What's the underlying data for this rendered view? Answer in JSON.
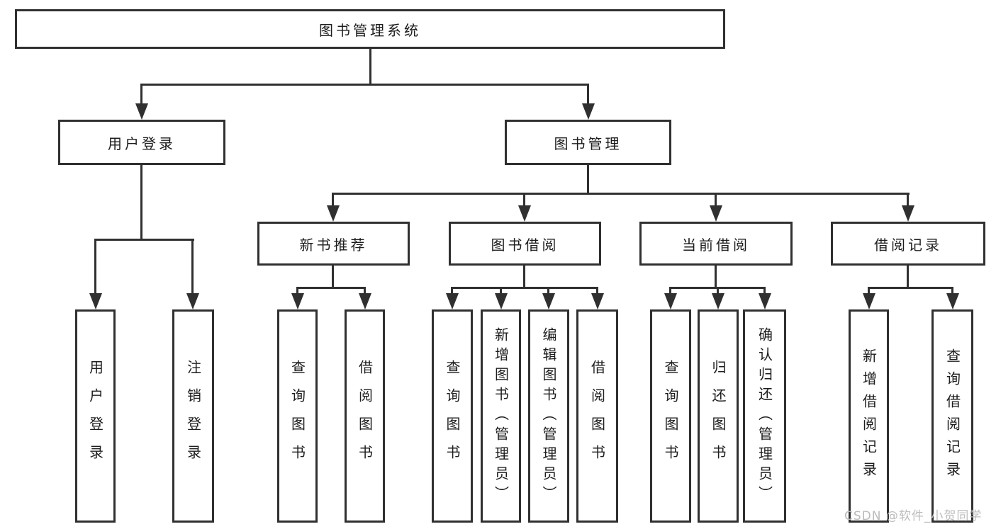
{
  "colors": {
    "line": "#303030",
    "text": "#1d1d1d",
    "watermark": "#bcbcbc",
    "background": "#ffffff"
  },
  "watermark": {
    "text": "CSDN @软件_小贺同学"
  },
  "tree": {
    "label": "图书管理系统",
    "children": [
      {
        "label": "用户登录",
        "children": [
          {
            "label": "用户登录"
          },
          {
            "label": "注销登录"
          }
        ]
      },
      {
        "label": "图书管理",
        "children": [
          {
            "label": "新书推荐",
            "children": [
              {
                "label": "查询图书"
              },
              {
                "label": "借阅图书"
              }
            ]
          },
          {
            "label": "图书借阅",
            "children": [
              {
                "label": "查询图书"
              },
              {
                "label": "新增图书（管理员）"
              },
              {
                "label": "编辑图书（管理员）"
              },
              {
                "label": "借阅图书"
              }
            ]
          },
          {
            "label": "当前借阅",
            "children": [
              {
                "label": "查询图书"
              },
              {
                "label": "归还图书"
              },
              {
                "label": "确认归还（管理员）"
              }
            ]
          },
          {
            "label": "借阅记录",
            "children": [
              {
                "label": "新增借阅记录"
              },
              {
                "label": "查询借阅记录"
              }
            ]
          }
        ]
      }
    ]
  }
}
